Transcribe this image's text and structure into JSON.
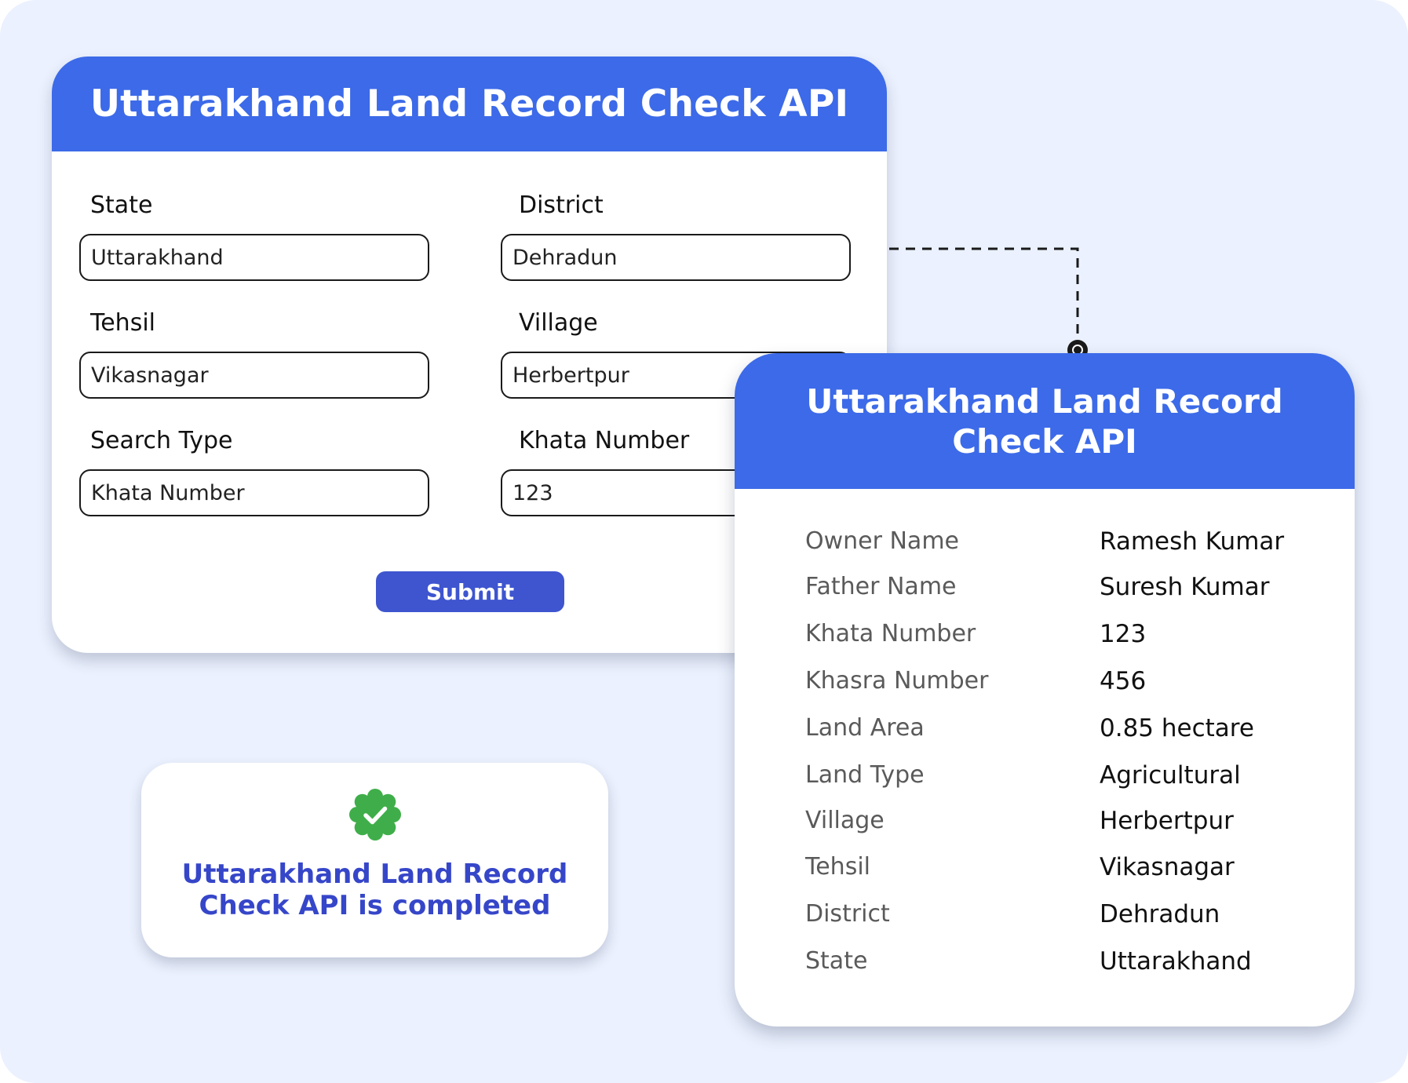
{
  "form": {
    "title": "Uttarakhand Land Record Check API",
    "fields": [
      {
        "label": "State",
        "value": "Uttarakhand"
      },
      {
        "label": "District",
        "value": "Dehradun"
      },
      {
        "label": "Tehsil",
        "value": "Vikasnagar"
      },
      {
        "label": "Village",
        "value": "Herbertpur"
      },
      {
        "label": "Search Type",
        "value": "Khata Number"
      },
      {
        "label": "Khata Number",
        "value": "123"
      }
    ],
    "submit_label": "Submit"
  },
  "result": {
    "title_line1": "Uttarakhand Land Record",
    "title_line2": "Check API",
    "rows": [
      {
        "key": "Owner Name",
        "value": "Ramesh Kumar"
      },
      {
        "key": "Father Name",
        "value": "Suresh Kumar"
      },
      {
        "key": "Khata Number",
        "value": "123"
      },
      {
        "key": "Khasra Number",
        "value": "456"
      },
      {
        "key": "Land Area",
        "value": "0.85 hectare"
      },
      {
        "key": "Land Type",
        "value": "Agricultural"
      },
      {
        "key": "Village",
        "value": "Herbertpur"
      },
      {
        "key": "Tehsil",
        "value": "Vikasnagar"
      },
      {
        "key": "District",
        "value": "Dehradun"
      },
      {
        "key": "State",
        "value": "Uttarakhand"
      }
    ]
  },
  "status": {
    "icon": "check-badge-icon",
    "line1": "Uttarakhand Land Record",
    "line2": "Check API is completed"
  },
  "colors": {
    "background": "#ebf1fe",
    "header_blue": "#3c6ae8",
    "button_blue": "#3e55cf",
    "status_text": "#3646c9",
    "success_green": "#3fae4a"
  }
}
